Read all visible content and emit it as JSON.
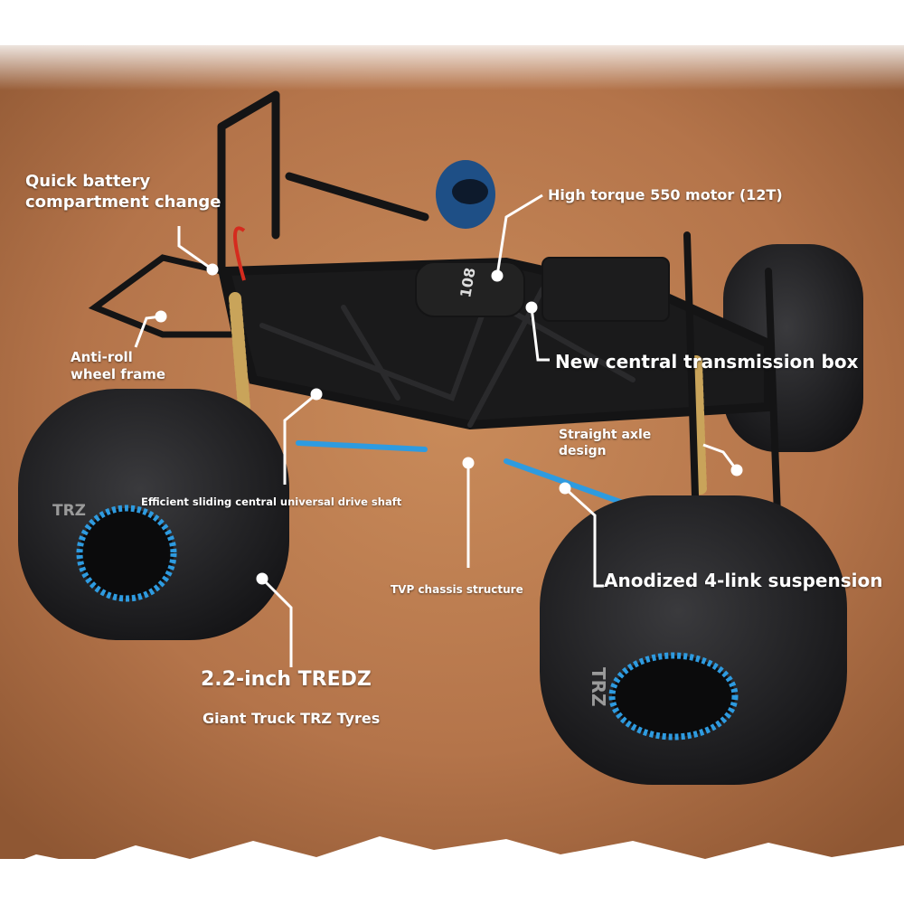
{
  "colors": {
    "sand": "#b9784a",
    "sand_dark": "#8e5631",
    "tire": "#1c1c1e",
    "rim": "#2e9be0",
    "chassis": "#151516",
    "label": "#ffffff"
  },
  "labels": {
    "battery": [
      "Quick battery",
      "compartment change"
    ],
    "motor": "High torque 550 motor (12T)",
    "anti_roll": [
      "Anti-roll",
      "wheel frame"
    ],
    "transmission": "New central transmission box",
    "axle": [
      "Straight axle",
      "design"
    ],
    "drive_shaft": "Efficient sliding central universal drive shaft",
    "chassis": "TVP chassis structure",
    "suspension": "Anodized 4-link suspension",
    "tyre_title": "2.2-inch TREDZ",
    "tyre_sub": "Giant Truck TRZ Tyres"
  },
  "tire_brand": "TRZ",
  "motor_marking": "108"
}
